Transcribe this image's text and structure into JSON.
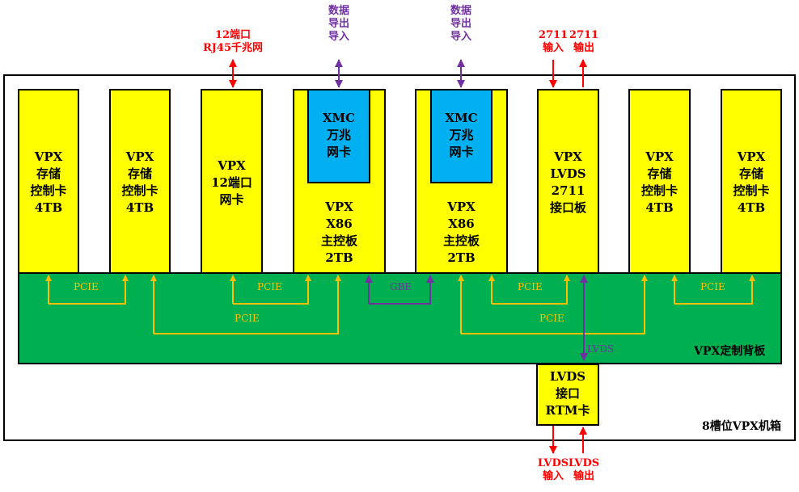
{
  "chassis_label": "8槽位VPX机箱",
  "backplane_label": "VPX定制背板",
  "cards": {
    "storage1": "VPX\n存储\n控制卡\n4TB",
    "storage2": "VPX\n存储\n控制卡\n4TB",
    "netcard": "VPX\n12端口\n网卡",
    "x86a": "VPX\nX86\n主控板\n2TB",
    "x86b": "VPX\nX86\n主控板\n2TB",
    "lvds2711": "VPX\nLVDS\n2711\n接口板",
    "storage3": "VPX\n存储\n控制卡\n4TB",
    "storage4": "VPX\n存储\n控制卡\n4TB"
  },
  "xmc": {
    "a": "XMC\n万兆\n网卡",
    "b": "XMC\n万兆\n网卡"
  },
  "rtm": "LVDS\n接口\nRTM卡",
  "external": {
    "rj45": "12端口\nRJ45千兆网",
    "data_io_a": "数据\n导出\n导入",
    "data_io_b": "数据\n导出\n导入",
    "in_2711": "2711\n输入",
    "out_2711": "2711\n输出",
    "lvds_in": "LVDS\n输入",
    "lvds_out": "LVDS\n输出"
  },
  "buses": {
    "pcie_1": "PCIE",
    "pcie_2": "PCIE",
    "pcie_3": "PCIE",
    "pcie_4": "PCIE",
    "pcie_5": "PCIE",
    "pcie_6": "PCIE",
    "gbe": "GBE",
    "lvds": "LVDS"
  },
  "colors": {
    "card": "#ffff00",
    "xmc": "#00b0f0",
    "backplane": "#00b050",
    "pcie_link": "#ffc000",
    "gbe_link": "#7030a0",
    "external_red": "#ff0000",
    "external_purple": "#7030a0"
  }
}
